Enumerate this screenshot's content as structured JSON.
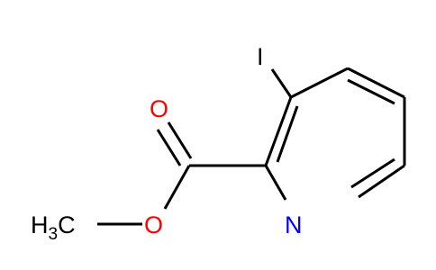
{
  "molecule": {
    "atoms": {
      "iodine": {
        "label": "I",
        "color": "#000000"
      },
      "carbonyl_oxygen": {
        "label": "O",
        "color": "#ff0000"
      },
      "ester_oxygen": {
        "label": "O",
        "color": "#ff0000"
      },
      "nitrogen": {
        "label": "N",
        "color": "#0000ff"
      },
      "methyl": {
        "main": "H",
        "sub": "3",
        "tail": "C",
        "color": "#000000"
      }
    },
    "bond_color": "#000000"
  }
}
